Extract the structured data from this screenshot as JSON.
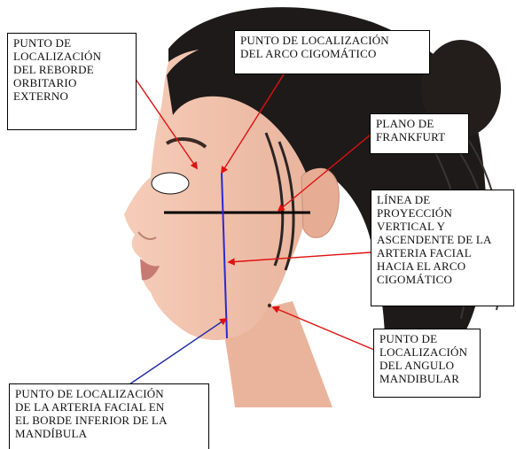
{
  "figure": {
    "labels": {
      "reborde": "PUNTO DE\nLOCALIZACIÓN\nDEL REBORDE\nORBITARIO\nEXTERNO",
      "arco": "PUNTO DE LOCALIZACIÓN\nDEL ARCO CIGOMÁTICO",
      "frankfurt": "PLANO DE\nFRANKFURT",
      "proyeccion": "LÍNEA DE\nPROYECCIÓN\nVERTICAL Y\nASCENDENTE DE LA\nARTERIA FACIAL\nHACIA EL ARCO\nCIGOMÁTICO",
      "angulo": "PUNTO DE\nLOCALIZACIÓN\nDEL ANGULO\nMANDIBULAR",
      "borde": "PUNTO DE LOCALIZACIÓN\nDE LA ARTERIA FACIAL EN\nEL BORDE INFERIOR DE LA\nMANDÍBULA"
    },
    "colors": {
      "arrow": "#e01010",
      "projection_line": "#2a2ad0",
      "frankfurt_line": "#000000",
      "skin": "#f0c2ae",
      "hair": "#1e1a19",
      "background": "#ffffff"
    }
  }
}
